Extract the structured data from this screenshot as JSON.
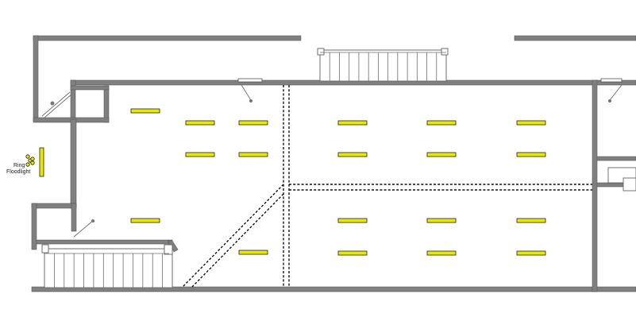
{
  "floodlight": {
    "label_line1": "Ring",
    "label_line2": "Floodlight",
    "color": "#e8e800"
  },
  "colors": {
    "wall": "#808080",
    "light_fixture": "#e8e800",
    "background": "#ffffff"
  },
  "light_fixture_count": 19
}
